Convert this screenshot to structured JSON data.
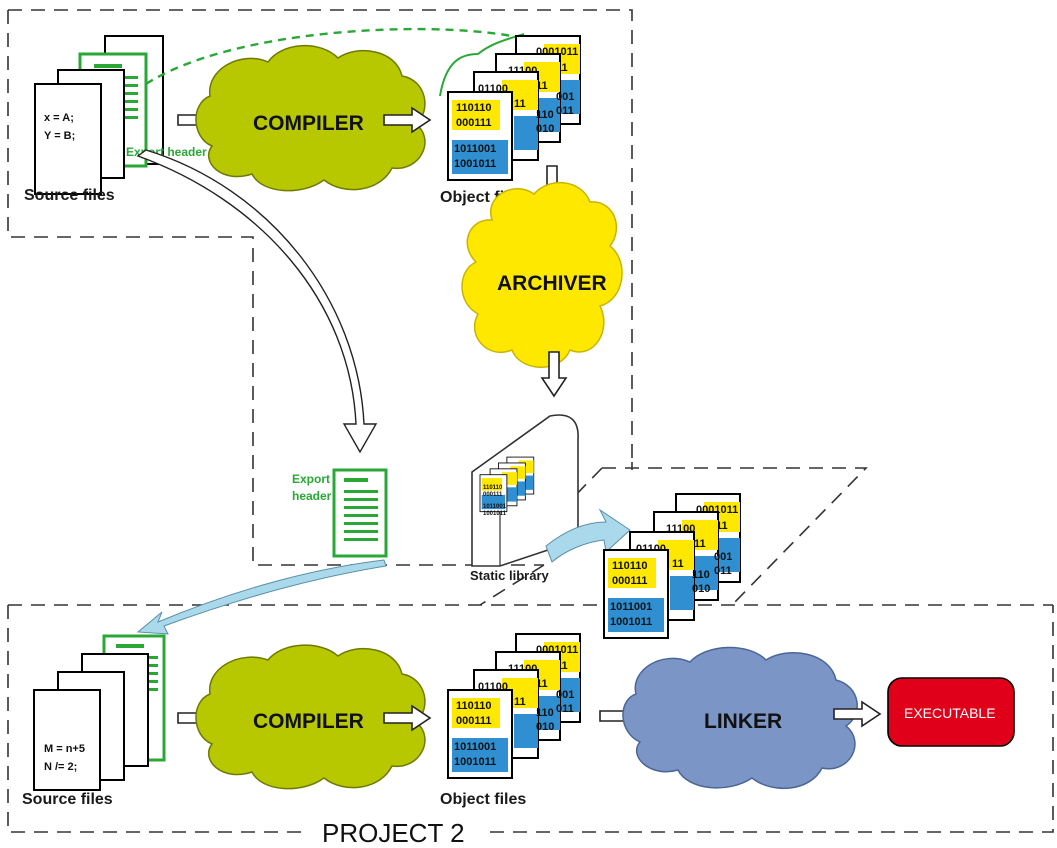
{
  "labels": {
    "source_files_top": "Source files",
    "object_files_top": "Object files",
    "static_library": "Static library",
    "source_files_bottom": "Source files",
    "object_files_bottom": "Object files",
    "export_header_top": "Export header",
    "export_header_mid_1": "Export",
    "export_header_mid_2": "header",
    "project_2": "PROJECT 2"
  },
  "code": {
    "top_line1": "x = A;",
    "top_line2": "Y = B;",
    "bottom_line1": "M = n+5",
    "bottom_line2": "N /= 2;"
  },
  "tools": {
    "compiler_top": "COMPILER",
    "archiver": "ARCHIVER",
    "compiler_bottom": "COMPILER",
    "linker": "LINKER",
    "executable": "EXECUTABLE"
  },
  "binary": {
    "front_yellow_1": "110110",
    "front_yellow_2": "000111",
    "front_blue_1": "1011001",
    "front_blue_2": "1001011",
    "back1_yellow": "01100",
    "back1_yellow_b": "11",
    "back1_blue_1": "110",
    "back1_blue_2": "010",
    "back2_yellow": "11100",
    "back2_yellow_b": "11",
    "back2_blue_1": "001",
    "back2_blue_2": "011",
    "back3_yellow": "0001011",
    "back3_yellow_b": "11",
    "back3_blue_1": "011",
    "back3_blue_2": "001"
  },
  "colors": {
    "compiler": "#b7c800",
    "archiver": "#ffe800",
    "linker": "#7b96c6",
    "executable": "#e0001a",
    "bits_yellow": "#ffe800",
    "bits_blue": "#2f8fd0",
    "header_green": "#2aa836",
    "flow_arrow": "#a9d9ea"
  }
}
